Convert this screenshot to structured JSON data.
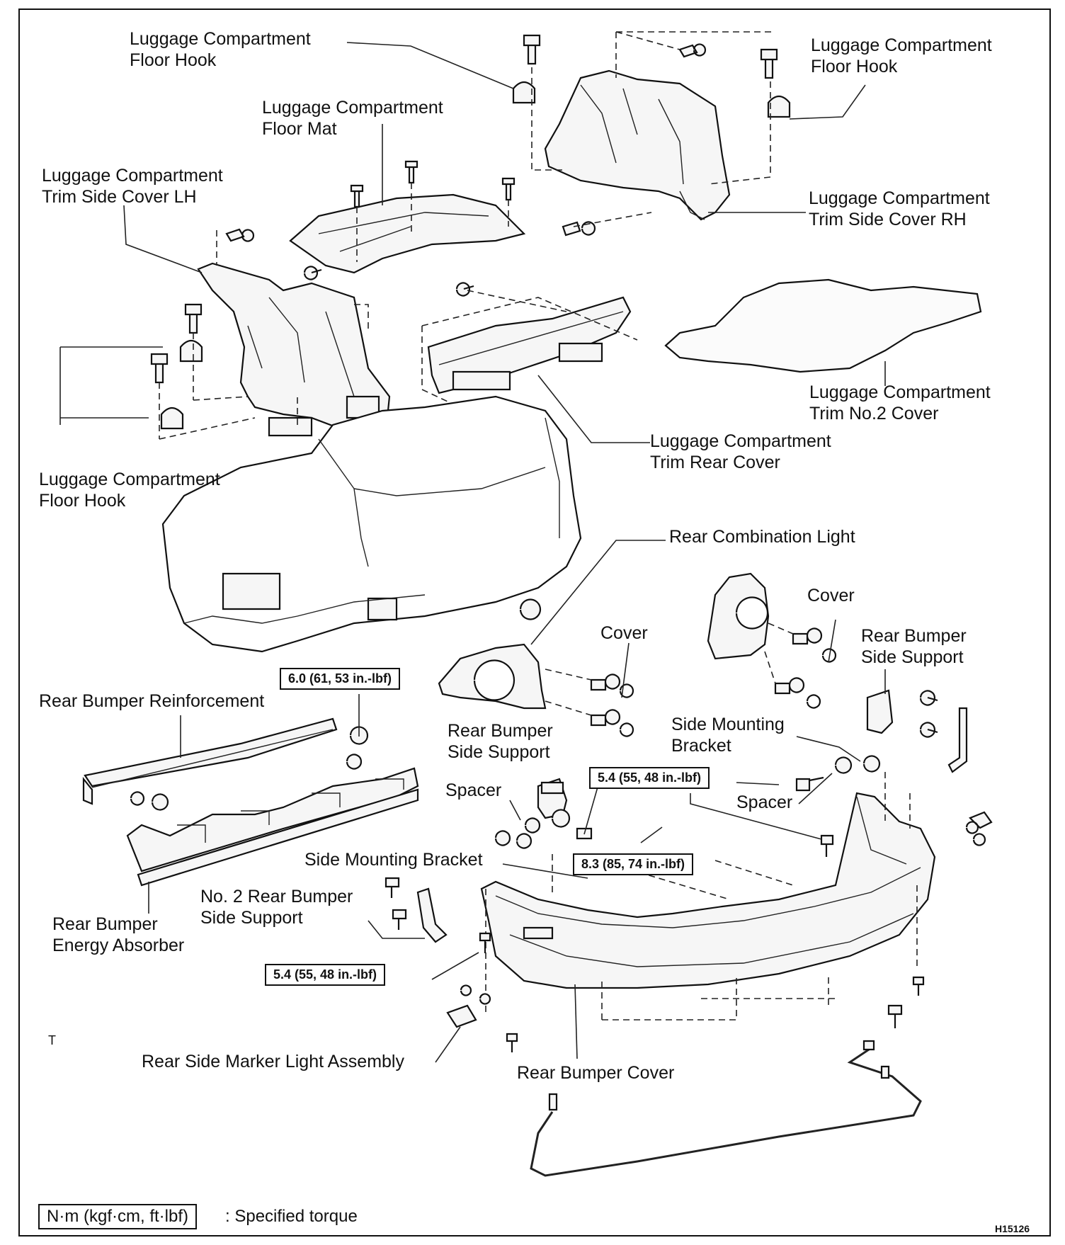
{
  "labels": {
    "floor_hook_top_left": "Luggage Compartment\nFloor Hook",
    "floor_hook_top_right": "Luggage Compartment\nFloor Hook",
    "floor_mat": "Luggage Compartment\nFloor Mat",
    "trim_side_cover_lh": "Luggage Compartment\nTrim Side Cover LH",
    "trim_side_cover_rh": "Luggage Compartment\nTrim Side Cover RH",
    "trim_no2_cover": "Luggage Compartment\nTrim No.2 Cover",
    "trim_rear_cover": "Luggage Compartment\nTrim Rear Cover",
    "floor_hook_left": "Luggage Compartment\nFloor Hook",
    "rear_combination_light": "Rear Combination Light",
    "cover_left": "Cover",
    "cover_right": "Cover",
    "rear_bumper_side_support_right": "Rear Bumper\nSide Support",
    "rear_bumper_reinforcement": "Rear Bumper Reinforcement",
    "rear_bumper_side_support_center": "Rear Bumper\nSide Support",
    "side_mounting_bracket_right": "Side Mounting\nBracket",
    "spacer_left": "Spacer",
    "spacer_right": "Spacer",
    "side_mounting_bracket_left": "Side Mounting Bracket",
    "no2_rear_bumper_side_support": "No. 2 Rear Bumper\nSide Support",
    "rear_bumper_energy_absorber": "Rear Bumper\nEnergy Absorber",
    "rear_side_marker_light_assembly": "Rear Side Marker Light Assembly",
    "rear_bumper_cover": "Rear Bumper Cover",
    "corner_t": "T"
  },
  "torques": {
    "reinforcement_nut": "6.0 (61, 53 in.-lbf)",
    "side_bracket_bolt": "5.4 (55, 48 in.-lbf)",
    "bumper_bolt": "8.3 (85, 74 in.-lbf)",
    "marker_screw": "5.4 (55, 48 in.-lbf)"
  },
  "legend": {
    "unit_box": "N·m (kgf·cm, ft·lbf)",
    "description": ": Specified torque"
  },
  "figure_code": "H15126"
}
